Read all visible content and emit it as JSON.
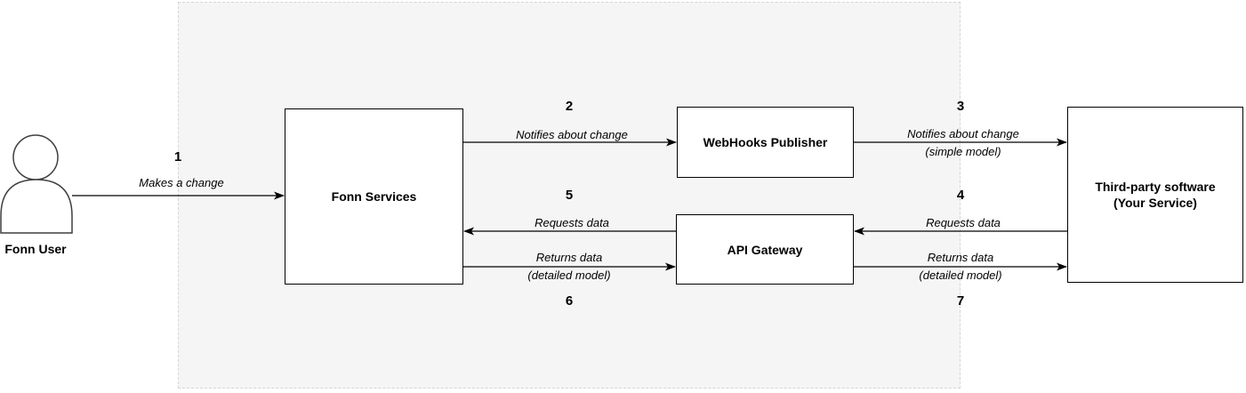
{
  "diagram": {
    "colors": {
      "background": "#ffffff",
      "boundary_fill": "#f5f5f5",
      "boundary_border": "#d6d6d6",
      "stroke": "#000000"
    },
    "actor": {
      "label": "Fonn User"
    },
    "nodes": {
      "fonn_services": {
        "label": "Fonn Services"
      },
      "webhooks_publisher": {
        "label": "WebHooks Publisher"
      },
      "api_gateway": {
        "label": "API Gateway"
      },
      "third_party": {
        "label_line1": "Third-party software",
        "label_line2": "(Your Service)"
      }
    },
    "edges": {
      "e1": {
        "number": "1",
        "label": "Makes a change",
        "from": "Fonn User",
        "to": "Fonn Services"
      },
      "e2": {
        "number": "2",
        "label": "Notifies about change",
        "from": "Fonn Services",
        "to": "WebHooks Publisher"
      },
      "e3": {
        "number": "3",
        "label": "Notifies about change",
        "sublabel": "(simple model)",
        "from": "WebHooks Publisher",
        "to": "Third-party software (Your Service)"
      },
      "e4": {
        "number": "4",
        "label": "Requests data",
        "from": "Third-party software (Your Service)",
        "to": "API Gateway"
      },
      "e5": {
        "number": "5",
        "label": "Requests data",
        "from": "API Gateway",
        "to": "Fonn Services"
      },
      "e6": {
        "number": "6",
        "label": "Returns data",
        "sublabel": "(detailed model)",
        "from": "Fonn Services",
        "to": "API Gateway"
      },
      "e7": {
        "number": "7",
        "label": "Returns data",
        "sublabel": "(detailed model)",
        "from": "API Gateway",
        "to": "Third-party software (Your Service)"
      }
    }
  }
}
